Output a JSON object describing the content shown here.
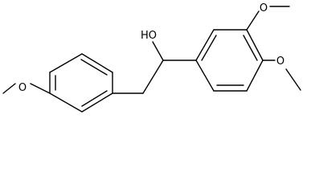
{
  "structure": {
    "name": "",
    "atom_labels": {
      "hydroxyl": "HO",
      "methoxy_left": "O",
      "methoxy_top_right": "O",
      "methoxy_right": "O"
    }
  },
  "colors": {
    "bond": "#000000",
    "background": "#ffffff"
  }
}
